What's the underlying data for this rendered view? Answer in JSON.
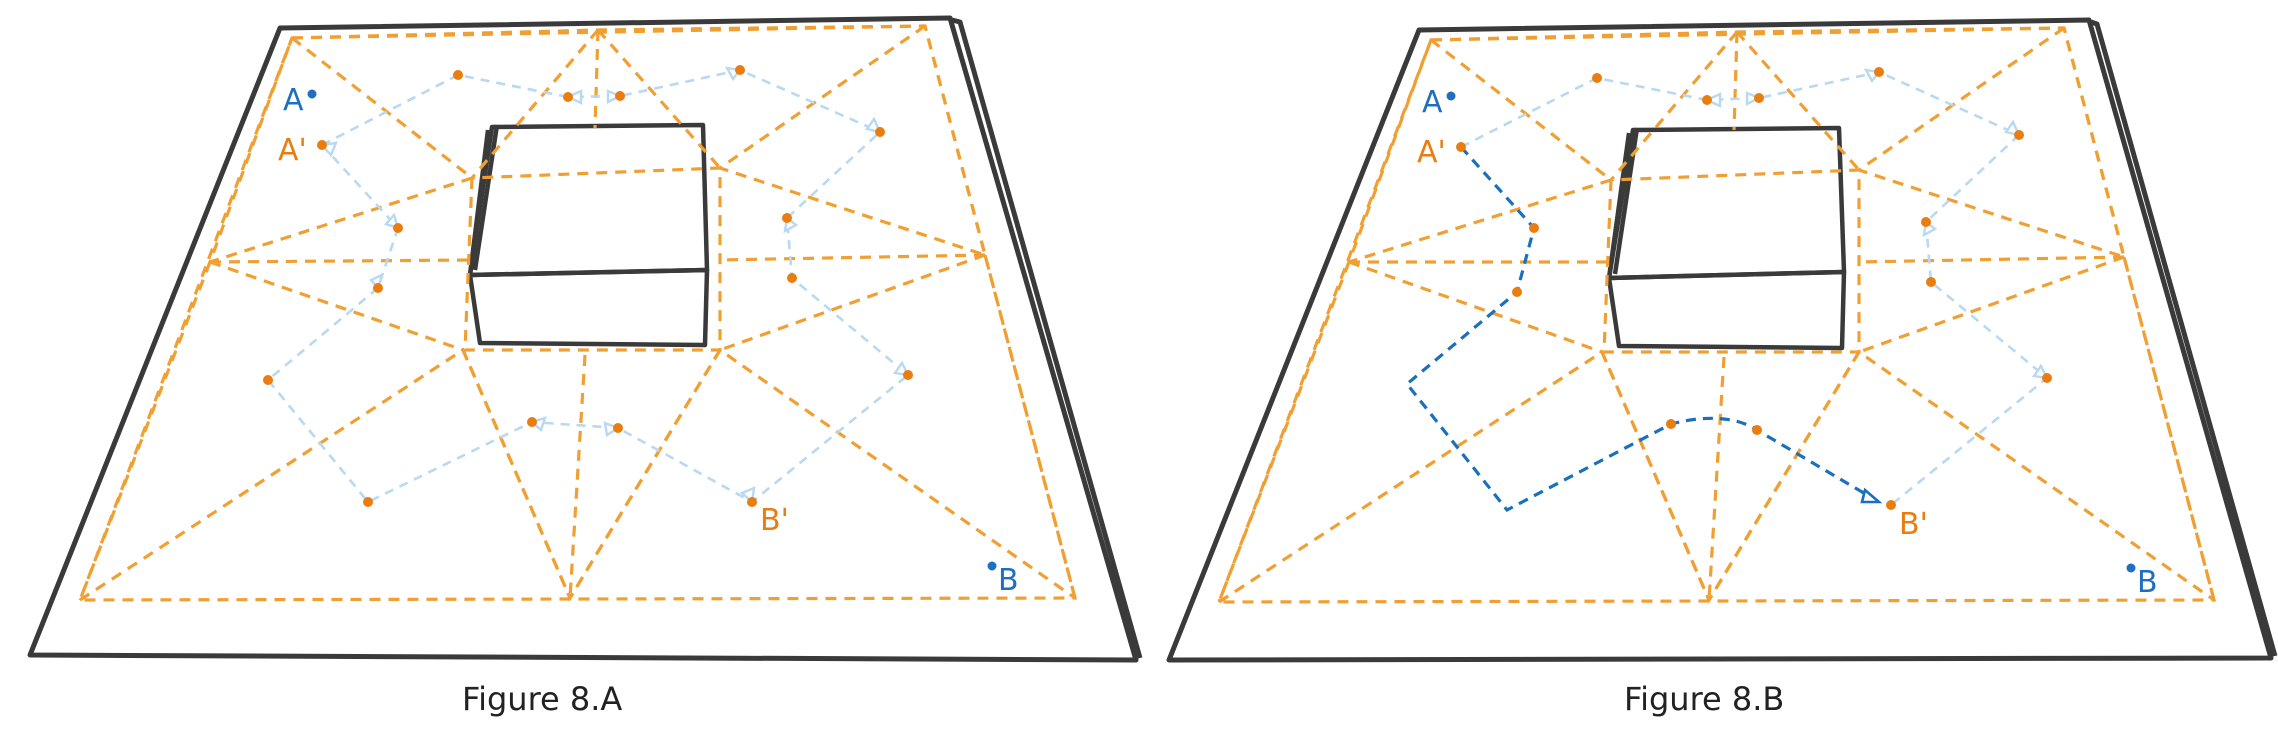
{
  "colors": {
    "outline": "#3a3a3a",
    "mesh": "#f0a033",
    "node": "#ea7d10",
    "route": "#b9d8f2",
    "path": "#1a70bb",
    "label_a": "#1f6fc0",
    "label_prime": "#ea7d10"
  },
  "panels": [
    {
      "caption": "Figure 8.A",
      "labels": {
        "a": "A",
        "a_prime": "A'",
        "b": "B",
        "b_prime": "B'"
      }
    },
    {
      "caption": "Figure 8.B",
      "labels": {
        "a": "A",
        "a_prime": "A'",
        "b": "B",
        "b_prime": "B'"
      }
    }
  ]
}
